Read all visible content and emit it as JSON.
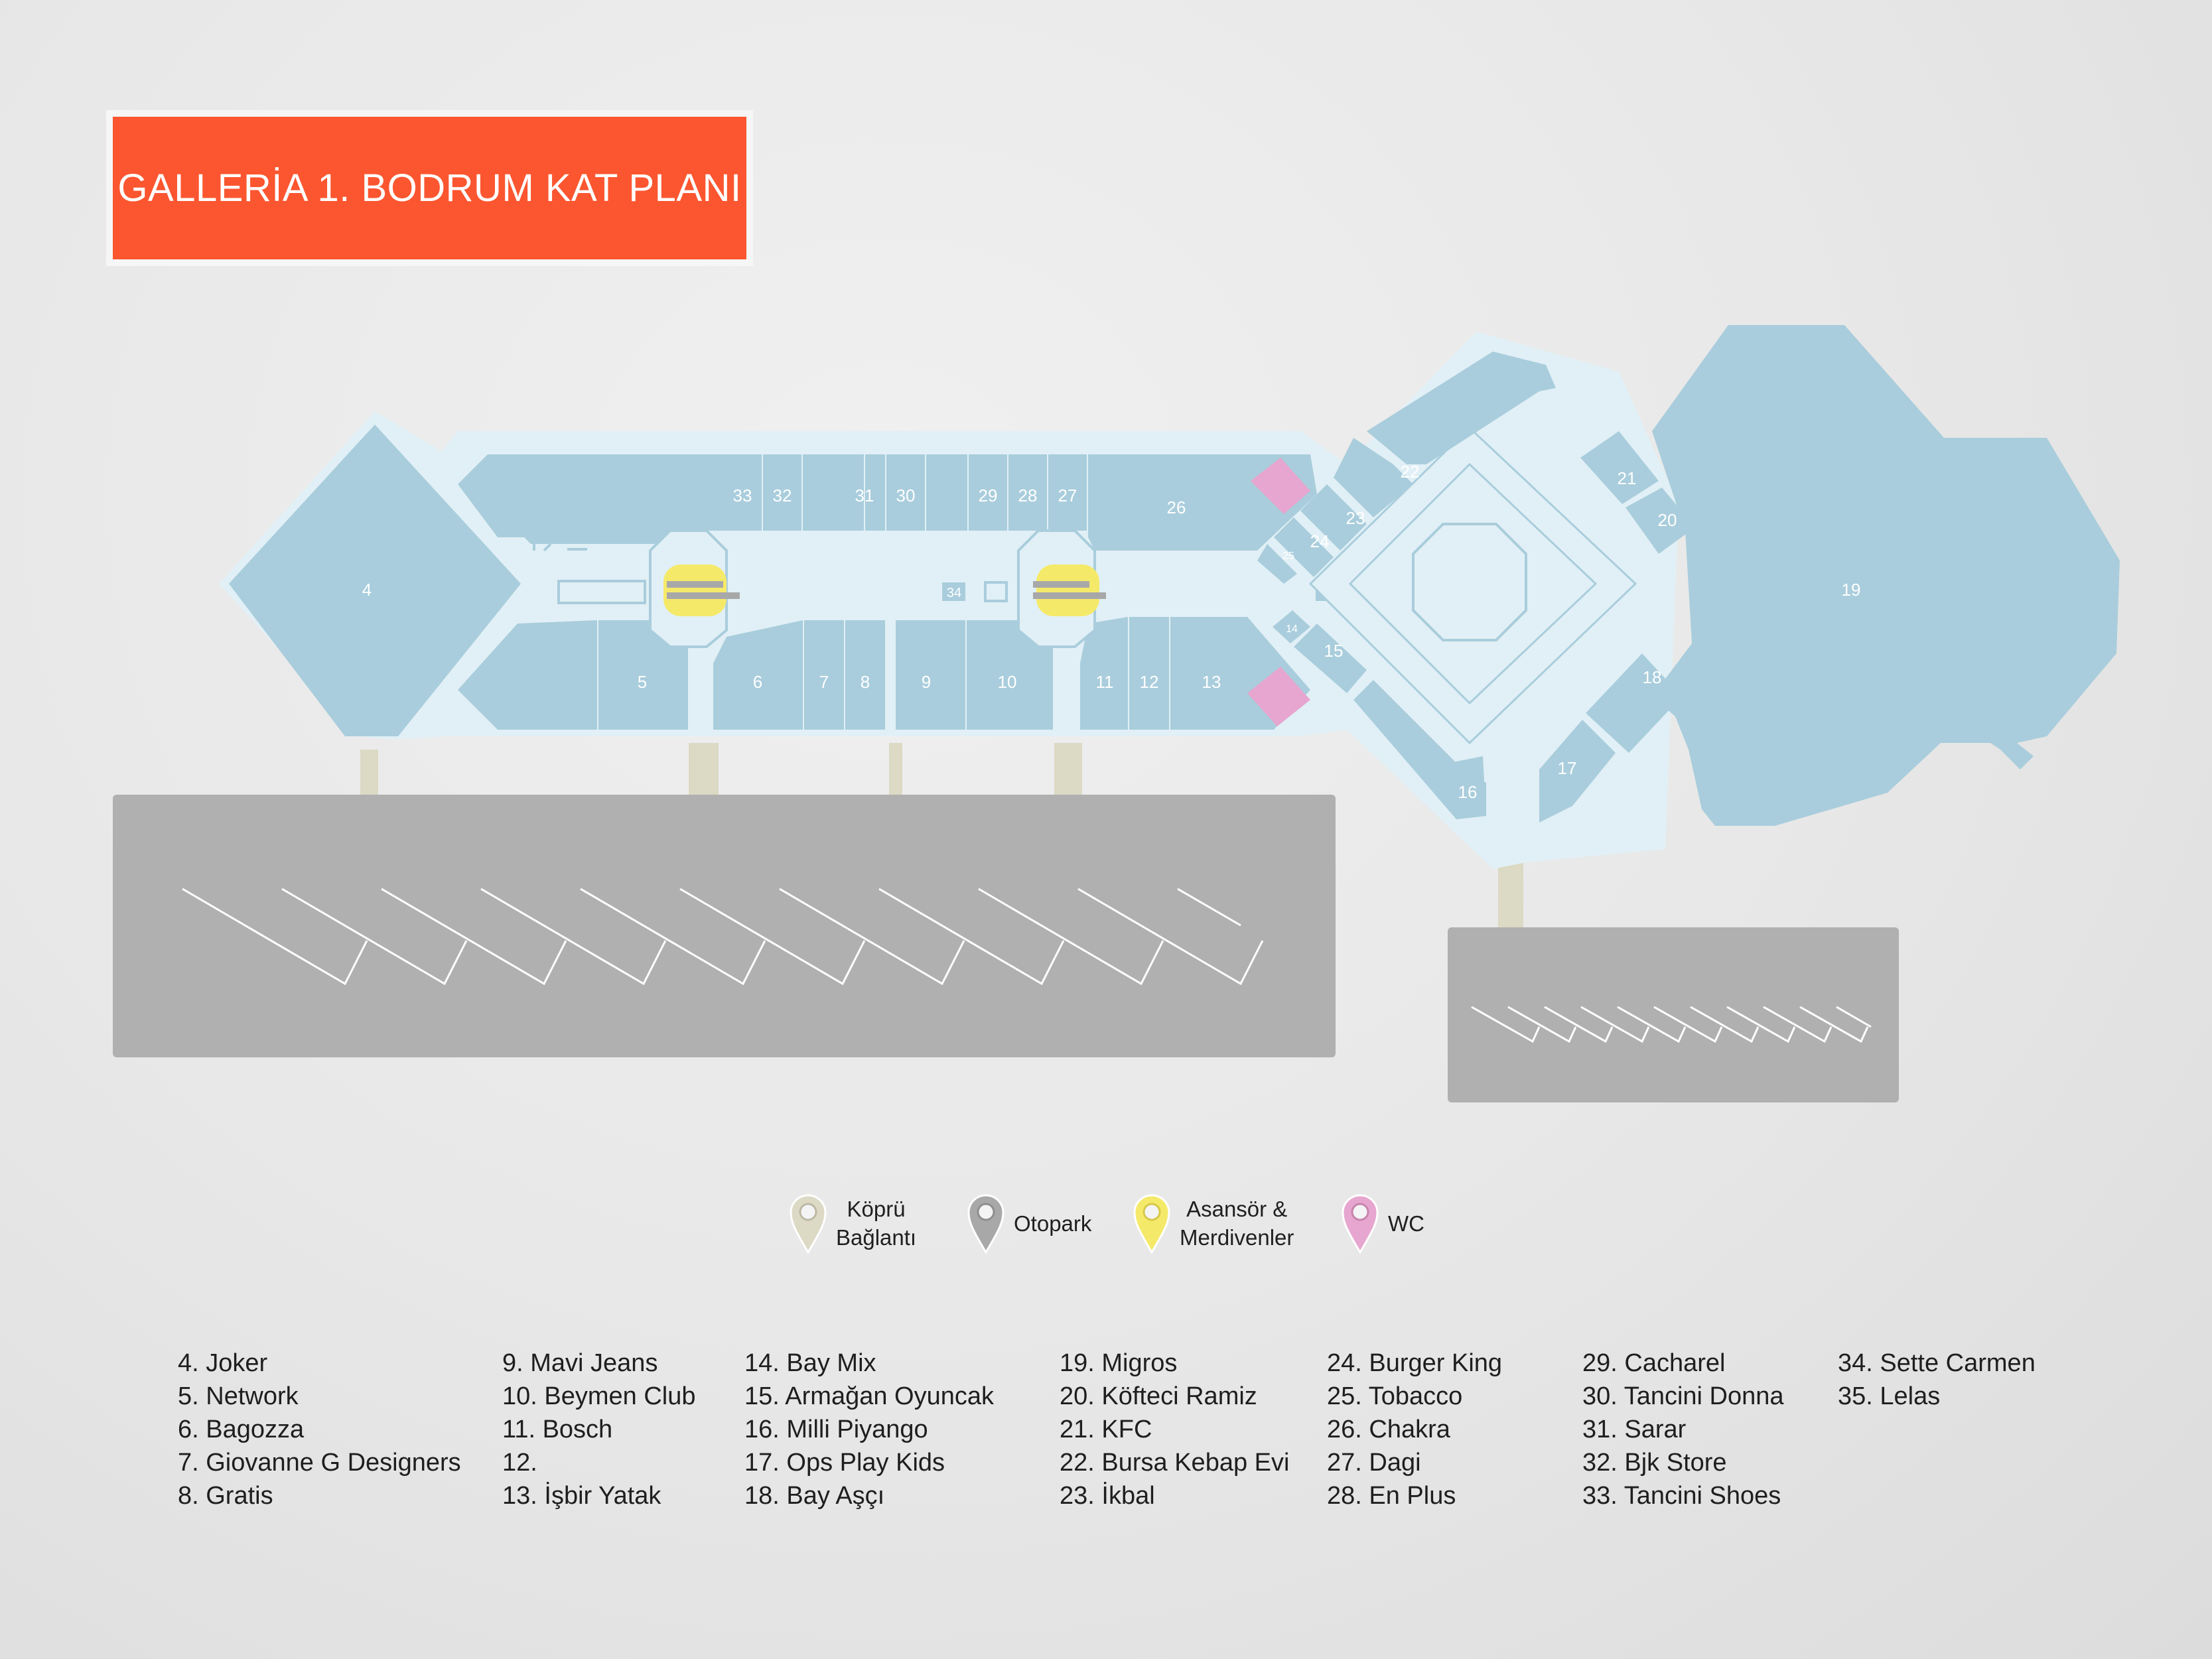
{
  "title": "GALLERİA 1. BODRUM KAT PLANI",
  "colors": {
    "store": "#a9cddc",
    "corridor": "#e1f0f6",
    "parking": "#b0b0b0",
    "bridge": "#dcd9c4",
    "elevator": "#f5e96a",
    "wc": "#e6a6cf",
    "title": "#fb5630"
  },
  "units": {
    "u4": "4",
    "u5": "5",
    "u6": "6",
    "u7": "7",
    "u8": "8",
    "u9": "9",
    "u10": "10",
    "u11": "11",
    "u12": "12",
    "u13": "13",
    "u14": "14",
    "u15": "15",
    "u16": "16",
    "u17": "17",
    "u18": "18",
    "u19": "19",
    "u20": "20",
    "u21": "21",
    "u22": "22",
    "u23": "23",
    "u24": "24",
    "u25": "25",
    "u26": "26",
    "u27": "27",
    "u28": "28",
    "u29": "29",
    "u30": "30",
    "u31": "31",
    "u32": "32",
    "u33": "33",
    "u34": "34",
    "u35": "35"
  },
  "legend": [
    {
      "icon": "bridge-pin-icon",
      "color": "#dcd9c4",
      "label": "Köprü\nBağlantı"
    },
    {
      "icon": "parking-pin-icon",
      "color": "#a8a8a8",
      "label": "Otopark"
    },
    {
      "icon": "elevator-pin-icon",
      "color": "#f5e96a",
      "label": "Asansör &\nMerdivenler"
    },
    {
      "icon": "wc-pin-icon",
      "color": "#e6a6cf",
      "label": "WC"
    }
  ],
  "directory": [
    [
      "4. Joker",
      "5. Network",
      "6. Bagozza",
      "7. Giovanne G Designers",
      "8. Gratis"
    ],
    [
      "9. Mavi Jeans",
      "10. Beymen Club",
      "11. Bosch",
      "12.",
      "13. İşbir Yatak"
    ],
    [
      "14. Bay Mix",
      "15. Armağan Oyuncak",
      "16. Milli Piyango",
      "17. Ops Play Kids",
      "18. Bay Aşçı"
    ],
    [
      "19. Migros",
      "20. Köfteci Ramiz",
      "21. KFC",
      "22. Bursa Kebap Evi",
      "23. İkbal"
    ],
    [
      "24. Burger King",
      "25. Tobacco",
      "26. Chakra",
      "27. Dagi",
      "28. En Plus"
    ],
    [
      "29. Cacharel",
      "30. Tancini Donna",
      "31. Sarar",
      "32. Bjk Store",
      "33. Tancini Shoes"
    ],
    [
      "34. Sette Carmen",
      "35. Lelas"
    ]
  ]
}
